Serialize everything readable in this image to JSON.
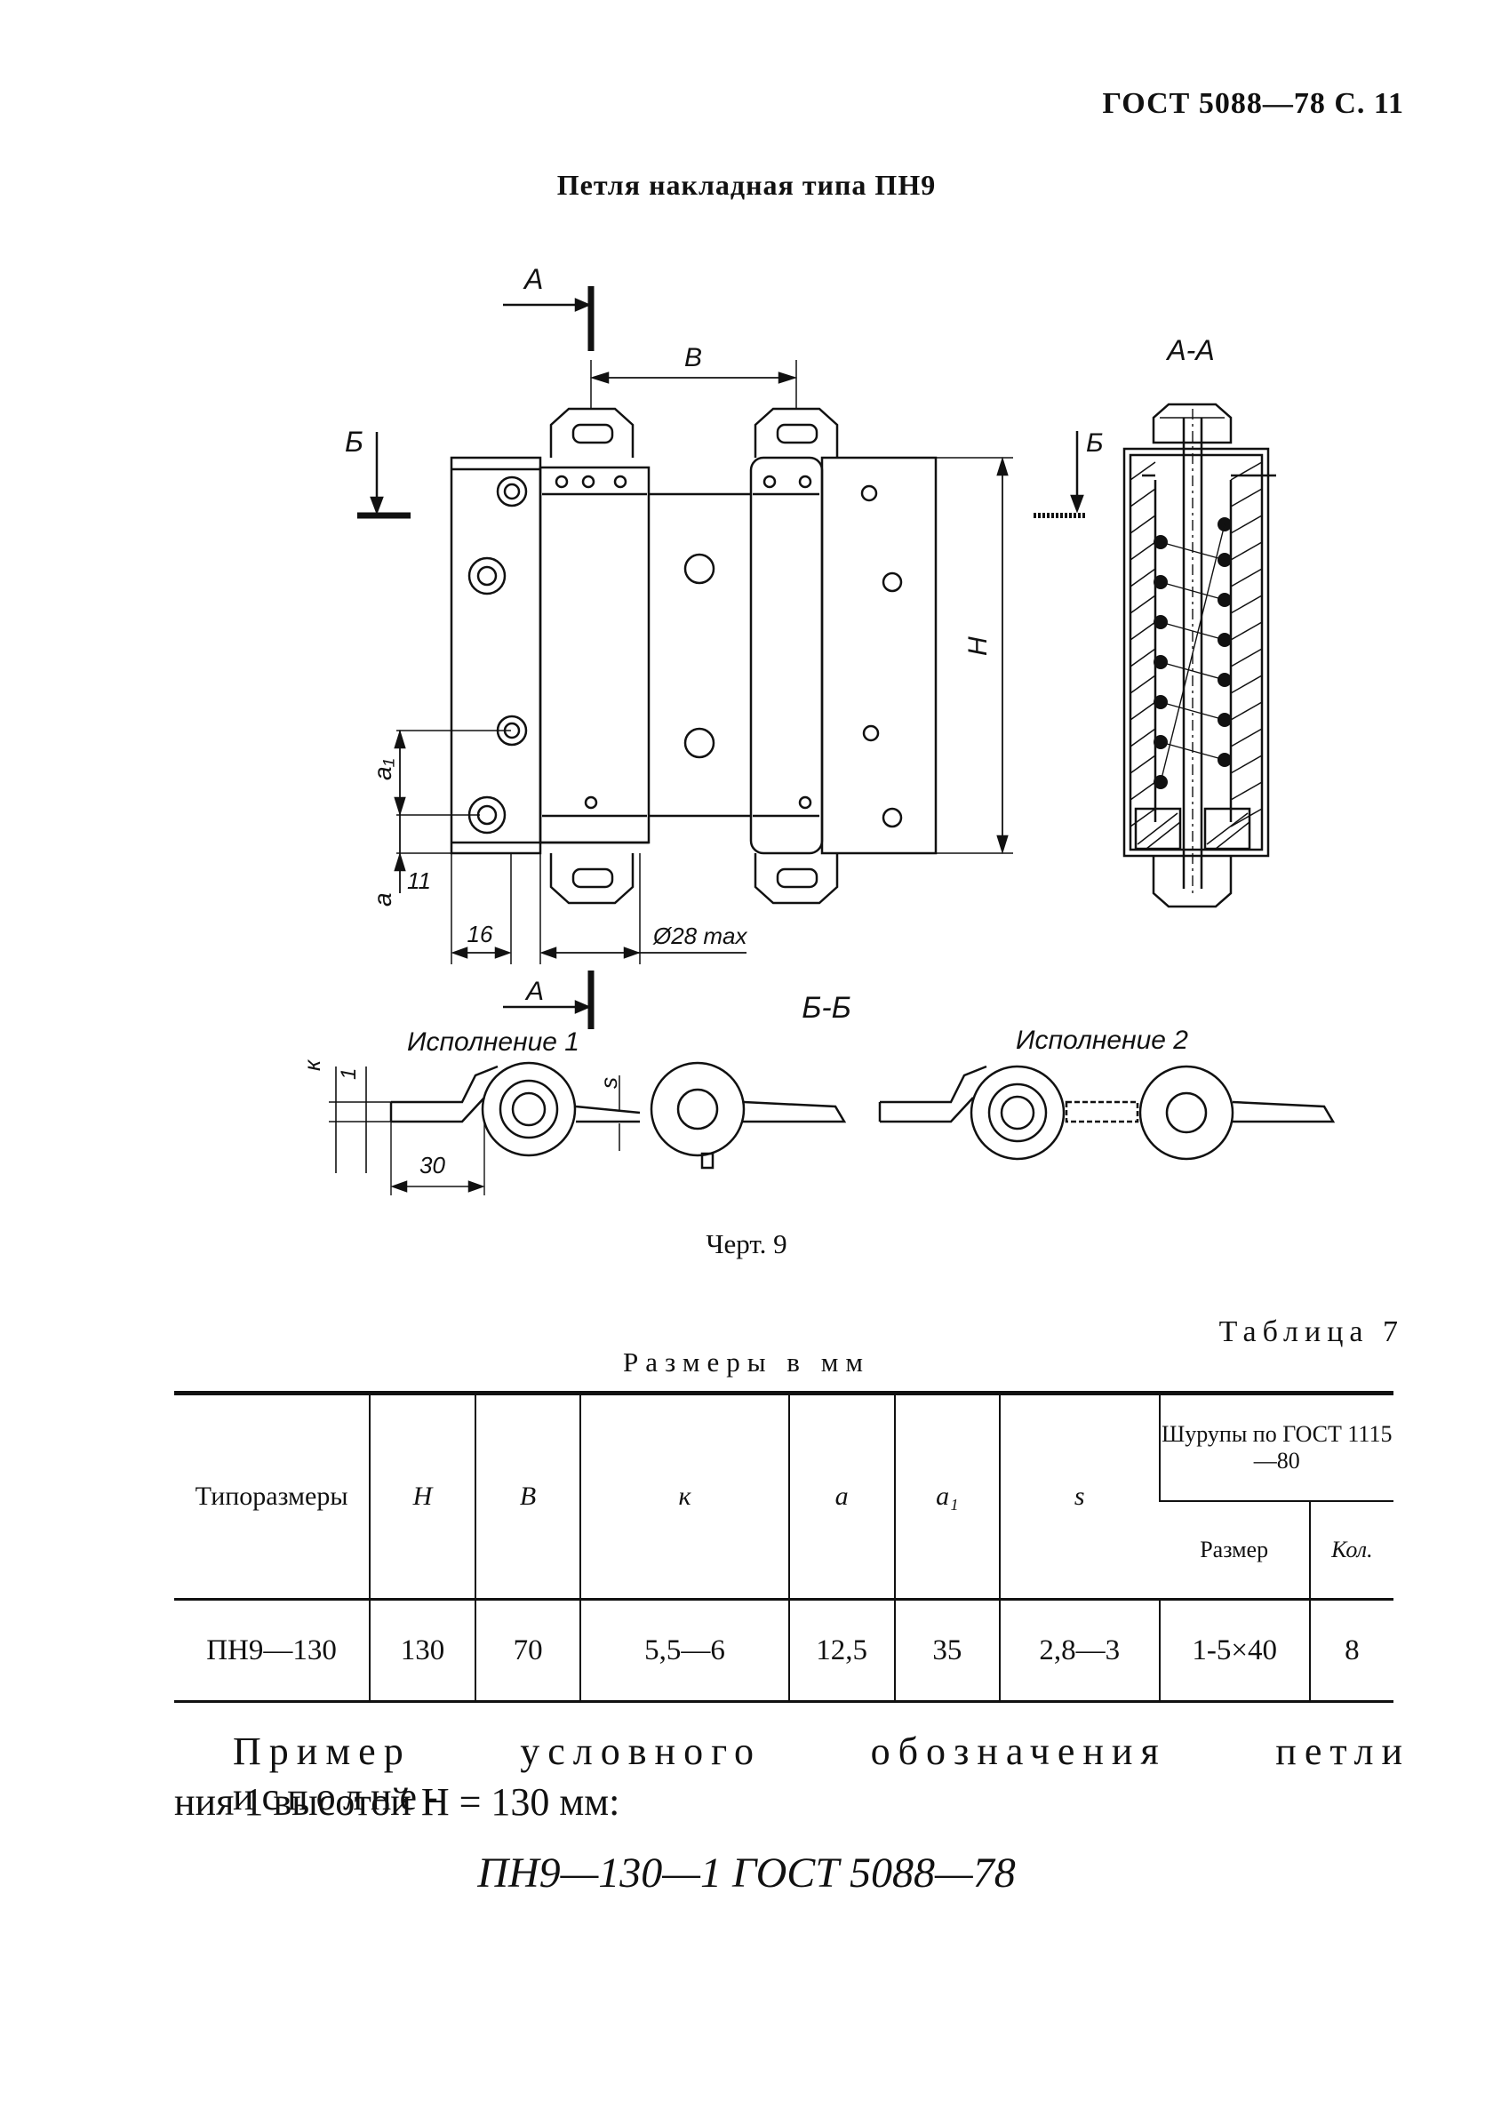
{
  "header": "ГОСТ 5088—78 С. 11",
  "title": "Петля накладная типа ПН9",
  "drawing": {
    "labels": {
      "section_a": "А",
      "section_b": "Б",
      "view_aa": "А-А",
      "view_bb": "Б-Б",
      "dim_b": "В",
      "dim_h": "Н",
      "dim_a1": "а₁",
      "dim_a": "а",
      "dim_11": "11",
      "dim_16": "16",
      "dim_d": "Ø28 max",
      "dim_k": "к",
      "dim_1": "1",
      "dim_s": "s",
      "dim_30": "30",
      "version1": "Исполнение 1",
      "version2": "Исполнение 2"
    }
  },
  "caption": "Черт. 9",
  "table_label": "Таблица 7",
  "units": "Размеры в мм",
  "table": {
    "headers": {
      "type": "Типоразмеры",
      "H": "Н",
      "B": "В",
      "k": "к",
      "a": "а",
      "a1": "а₁",
      "s": "s",
      "screws": "Шурупы по ГОСТ 1115—80",
      "size": "Размер",
      "qty": "Кол."
    },
    "rows": [
      {
        "type": "ПН9—130",
        "H": "130",
        "B": "70",
        "k": "5,5—6",
        "a": "12,5",
        "a1": "35",
        "s": "2,8—3",
        "size": "1-5×40",
        "qty": "8"
      }
    ]
  },
  "example_line1": "Пример условного обозначения петли исполне-",
  "example_line2": "ния 1 высотой Н = 130 мм:",
  "designation": "ПН9—130—1 ГОСТ 5088—78"
}
